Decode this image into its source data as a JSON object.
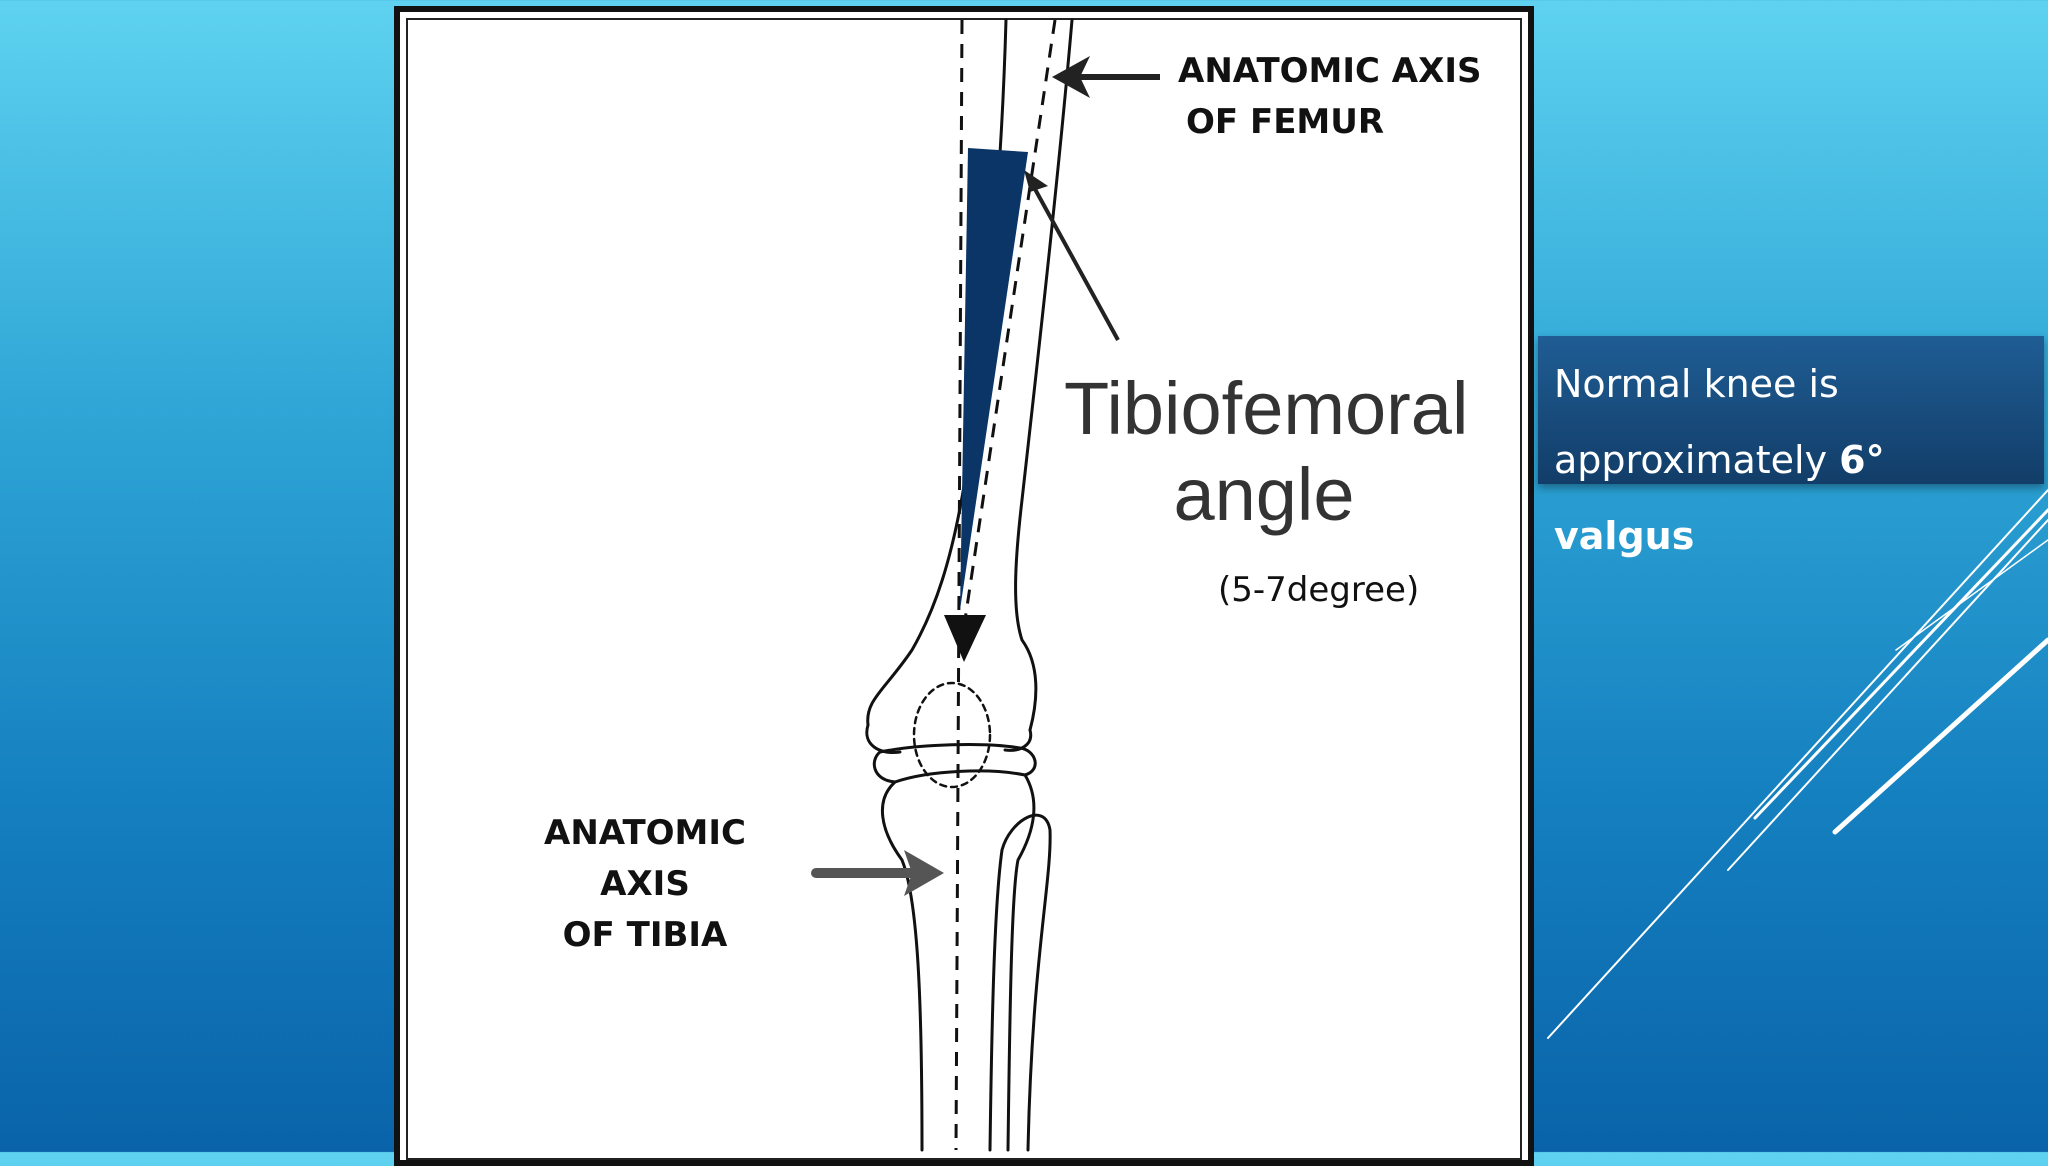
{
  "labels": {
    "femur_axis_line1": "ANATOMIC AXIS",
    "femur_axis_line2": "OF FEMUR",
    "tibia_axis_line1": "ANATOMIC AXIS",
    "tibia_axis_line2": "OF TIBIA",
    "angle_title_line1": "Tibiofemoral",
    "angle_title_line2": "angle",
    "angle_range": "(5-7degree)"
  },
  "callout": {
    "line1": "Normal knee is",
    "line2_prefix": "approximately ",
    "line2_emphasis": "6° valgus"
  },
  "colors": {
    "angle_wedge": "#0b3566",
    "callout_bg": "#174b7e",
    "background_top": "#5fd2f0",
    "background_bottom": "#0a63a8"
  }
}
